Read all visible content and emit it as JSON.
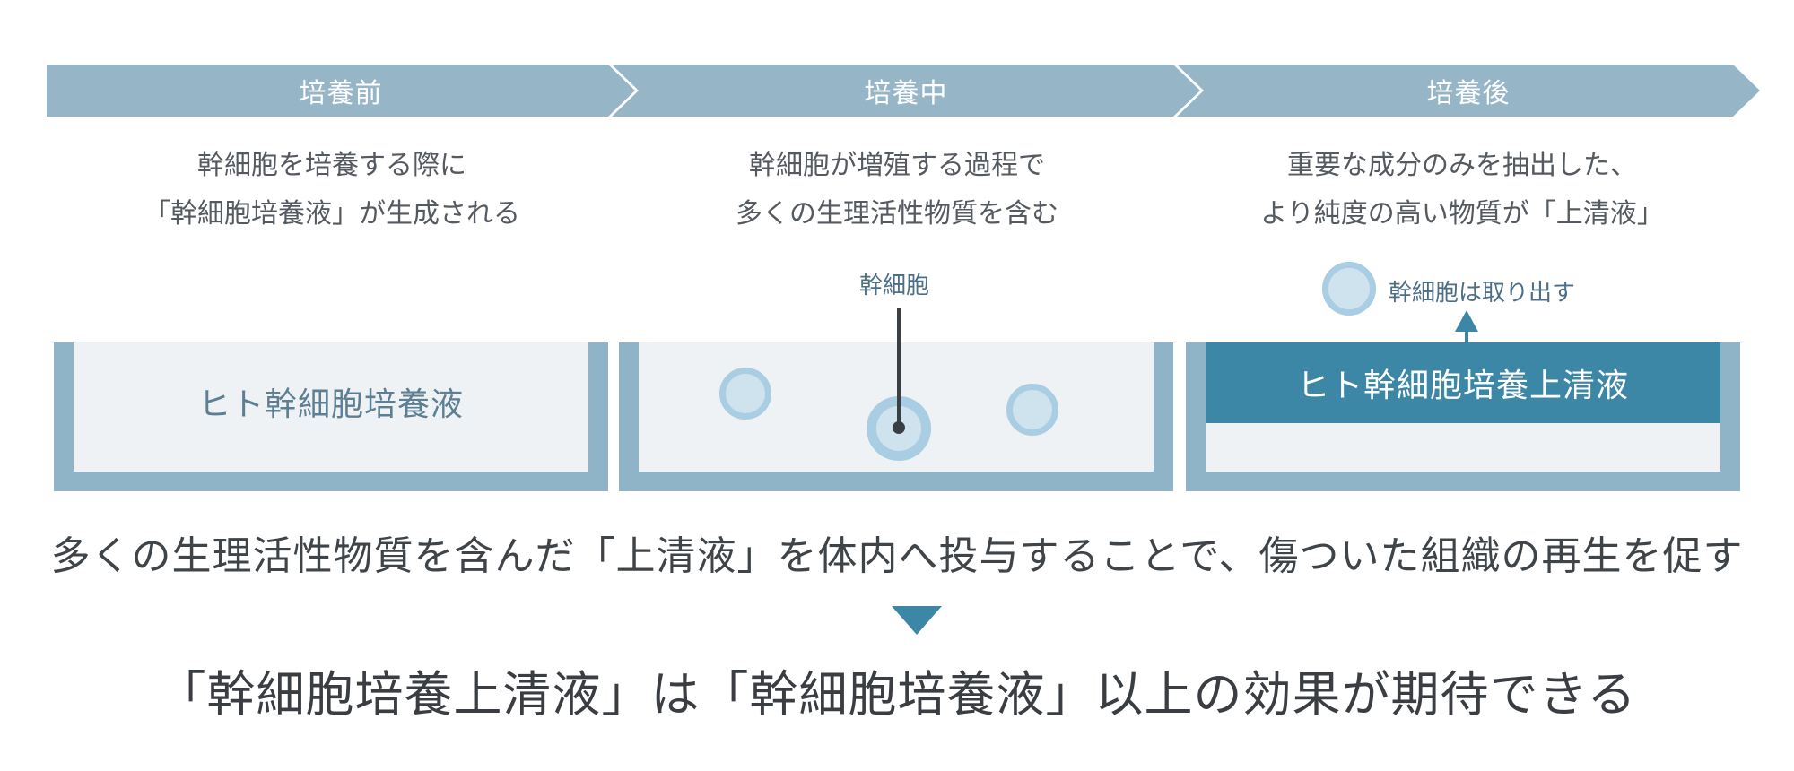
{
  "stages": [
    {
      "title": "培養前",
      "description": [
        "幹細胞を培養する際に",
        "「幹細胞培養液」が生成される"
      ],
      "liquid_label": "ヒト幹細胞培養液"
    },
    {
      "title": "培養中",
      "description": [
        "幹細胞が増殖する過程で",
        "多くの生理活性物質を含む"
      ],
      "cell_label": "幹細胞"
    },
    {
      "title": "培養後",
      "description": [
        "重要な成分のみを抽出した、",
        "より純度の高い物質が「上清液」"
      ],
      "cell_label": "幹細胞は取り出す",
      "supernatant_label": "ヒト幹細胞培養上清液"
    }
  ],
  "statement": "多くの生理活性物質を含んだ「上清液」を体内へ投与することで、傷ついた組織の再生を促す",
  "conclusion": "「幹細胞培養上清液」は「幹細胞培養液」以上の効果が期待できる",
  "colors": {
    "header": "#96b6c8",
    "container_wall": "#8fb3c7",
    "liquid": "#eef2f5",
    "supernatant": "#3d87a6",
    "cell": "#cfe3ef",
    "cell_border": "#a9cde2",
    "accent": "#3d87a6"
  }
}
